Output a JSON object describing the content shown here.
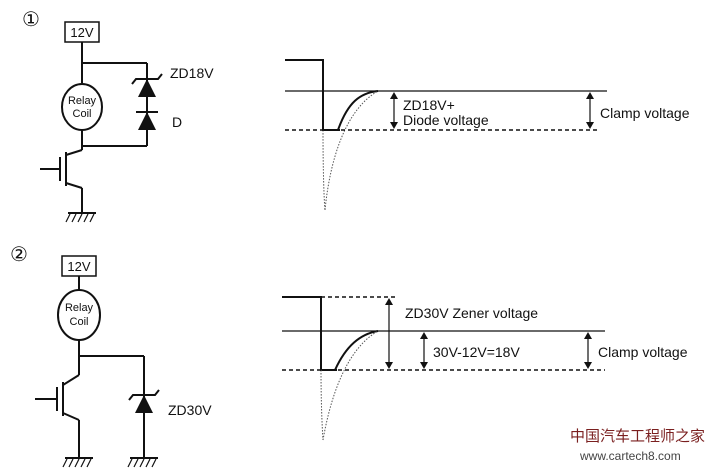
{
  "circuit_1": {
    "marker": "①",
    "supply_label": "12V",
    "coil_label_line1": "Relay",
    "coil_label_line2": "Coil",
    "zener_label": "ZD18V",
    "diode_label": "D"
  },
  "waveform_1": {
    "zener_diode_label_line1": "ZD18V+",
    "zener_diode_label_line2": "Diode voltage",
    "clamp_label": "Clamp voltage"
  },
  "circuit_2": {
    "marker": "②",
    "supply_label": "12V",
    "coil_label_line1": "Relay",
    "coil_label_line2": "Coil",
    "zener_label": "ZD30V"
  },
  "waveform_2": {
    "zener_voltage_label": "ZD30V Zener voltage",
    "difference_label": "30V-12V=18V",
    "clamp_label": "Clamp voltage"
  },
  "watermark": {
    "line1": "中国汽车工程师之家",
    "line2": "www.cartech8.com"
  }
}
